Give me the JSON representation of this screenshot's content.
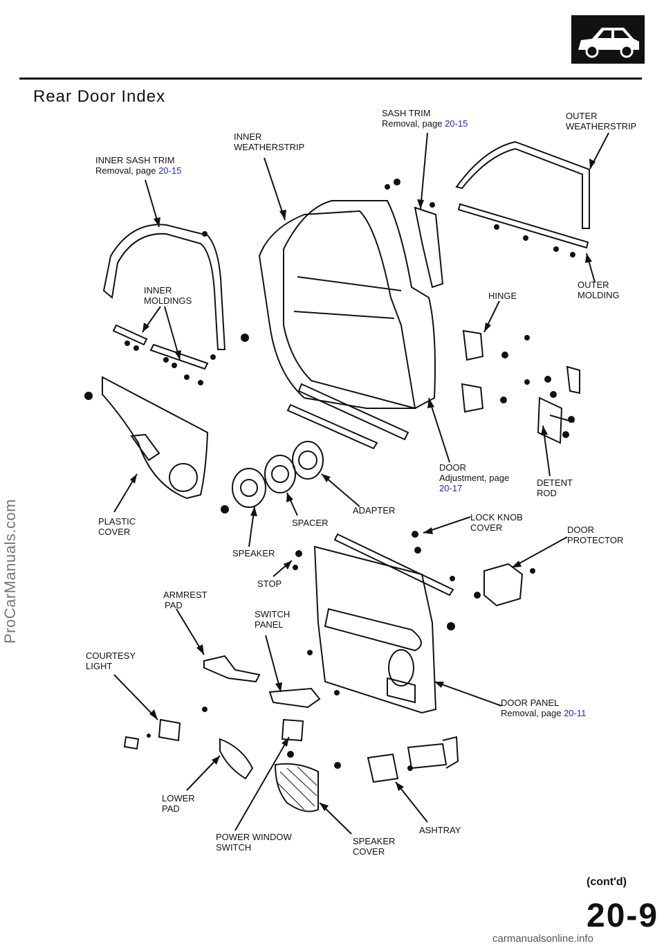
{
  "title": "Rear Door Index",
  "watermark": "ProCarManuals.com",
  "footer_watermark": "carmanualsonline.info",
  "contd": "(cont'd)",
  "page_number": "20-9",
  "labels": {
    "sash_trim": {
      "line1": "SASH TRIM",
      "line2": "Removal, page ",
      "page": "20-15"
    },
    "outer_weatherstrip": {
      "line1": "OUTER",
      "line2": "WEATHERSTRIP"
    },
    "inner_weatherstrip": {
      "line1": "INNER",
      "line2": "WEATHERSTRIP"
    },
    "inner_sash_trim": {
      "line1": "INNER SASH TRIM",
      "line2": "Removal, page ",
      "page": "20-15"
    },
    "inner_moldings": {
      "line1": "INNER",
      "line2": "MOLDINGS"
    },
    "hinge": {
      "line1": "HINGE"
    },
    "outer_molding": {
      "line1": "OUTER",
      "line2": "MOLDING"
    },
    "door": {
      "line1": "DOOR",
      "line2": "Adjustment, page",
      "page": "20-17"
    },
    "detent_rod": {
      "line1": "DETENT",
      "line2": "ROD"
    },
    "plastic_cover": {
      "line1": "PLASTIC",
      "line2": "COVER"
    },
    "adapter": {
      "line1": "ADAPTER"
    },
    "spacer": {
      "line1": "SPACER"
    },
    "lock_knob_cover": {
      "line1": "LOCK KNOB",
      "line2": "COVER"
    },
    "door_protector": {
      "line1": "DOOR",
      "line2": "PROTECTOR"
    },
    "speaker": {
      "line1": "SPEAKER"
    },
    "stop": {
      "line1": "STOP"
    },
    "armrest_pad": {
      "line1": "ARMREST",
      "line2": "PAD"
    },
    "switch_panel": {
      "line1": "SWITCH",
      "line2": "PANEL"
    },
    "courtesy_light": {
      "line1": "COURTESY",
      "line2": "LIGHT"
    },
    "door_panel": {
      "line1": "DOOR PANEL",
      "line2": "Removal, page ",
      "page": "20-11"
    },
    "lower_pad": {
      "line1": "LOWER",
      "line2": "PAD"
    },
    "power_window_switch": {
      "line1": "POWER WINDOW",
      "line2": "SWITCH"
    },
    "speaker_cover": {
      "line1": "SPEAKER",
      "line2": "COVER"
    },
    "ashtray": {
      "line1": "ASHTRAY"
    }
  },
  "colors": {
    "ink": "#111111",
    "page_ref": "#2222cc"
  }
}
